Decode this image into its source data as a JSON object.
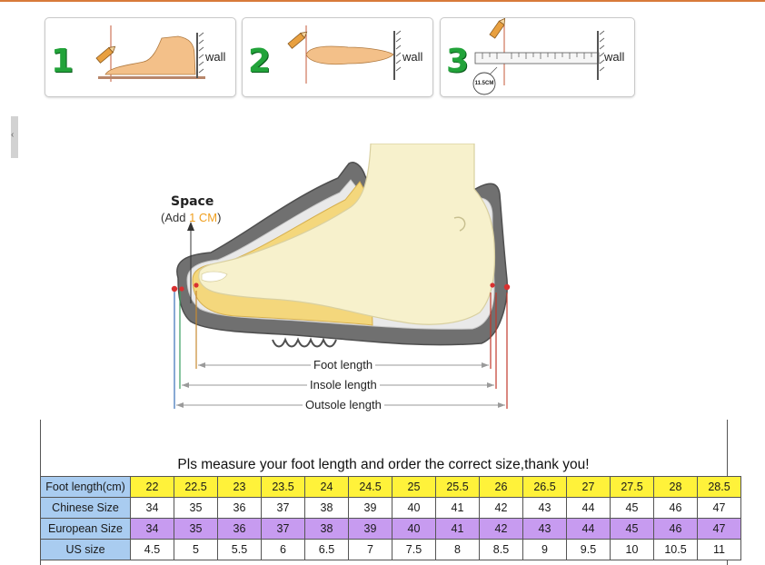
{
  "steps": [
    {
      "number": "1",
      "wall_label": "wall"
    },
    {
      "number": "2",
      "wall_label": "wall"
    },
    {
      "number": "3",
      "wall_label": "wall",
      "ruler_badge": "11.5CM"
    }
  ],
  "diagram": {
    "space_title": "Space",
    "space_note_prefix": "(Add ",
    "space_note_value": "1 CM",
    "space_note_suffix": ")",
    "foot_length_label": "Foot length",
    "insole_length_label": "Insole length",
    "outsole_length_label": "Outsole length"
  },
  "table": {
    "caption": "Pls measure your foot length and order the correct size,thank you!",
    "rows": [
      {
        "label": "Foot length(cm)",
        "values": [
          "22",
          "22.5",
          "23",
          "23.5",
          "24",
          "24.5",
          "25",
          "25.5",
          "26",
          "26.5",
          "27",
          "27.5",
          "28",
          "28.5"
        ]
      },
      {
        "label": "Chinese Size",
        "values": [
          "34",
          "35",
          "36",
          "37",
          "38",
          "39",
          "40",
          "41",
          "42",
          "43",
          "44",
          "45",
          "46",
          "47"
        ]
      },
      {
        "label": "European Size",
        "values": [
          "34",
          "35",
          "36",
          "37",
          "38",
          "39",
          "40",
          "41",
          "42",
          "43",
          "44",
          "45",
          "46",
          "47"
        ]
      },
      {
        "label": "US size",
        "values": [
          "4.5",
          "5",
          "5.5",
          "6",
          "6.5",
          "7",
          "7.5",
          "8",
          "8.5",
          "9",
          "9.5",
          "10",
          "10.5",
          "11"
        ]
      }
    ]
  },
  "colors": {
    "header_blue": "#a9ccf0",
    "foot_row_yellow": "#fff23a",
    "eu_row_purple": "#c79bf0",
    "step_number_green": "#22a33a",
    "space_accent": "#f0a020",
    "sole_gray": "#6e6e6e",
    "foot_cream": "#f7f1cc",
    "insole_yellow": "#f4d77c",
    "marker_red": "#d93030"
  }
}
